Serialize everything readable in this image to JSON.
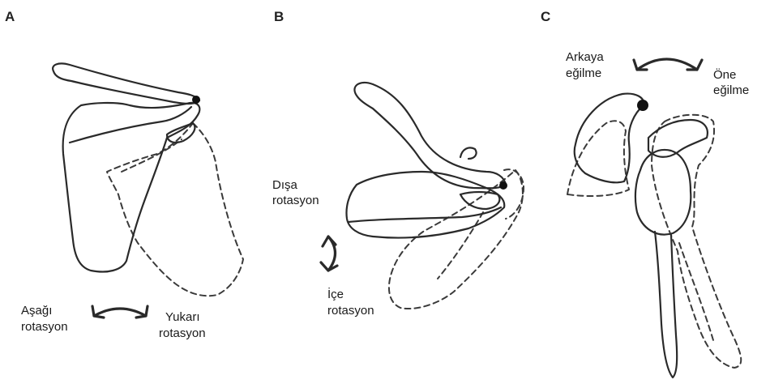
{
  "panels": [
    {
      "letter": "A",
      "labels": {
        "left_line1": "Aşağı",
        "left_line2": "rotasyon",
        "right_line1": "Yukarı",
        "right_line2": "rotasyon"
      },
      "arrow_icon": "double-curved-arrow-horizontal-icon"
    },
    {
      "letter": "B",
      "labels": {
        "top_line1": "Dışa",
        "top_line2": "rotasyon",
        "bottom_line1": "İçe",
        "bottom_line2": "rotasyon"
      },
      "arrow_icon": "double-curved-arrow-vertical-icon"
    },
    {
      "letter": "C",
      "labels": {
        "left_line1": "Arkaya",
        "left_line2": "eğilme",
        "right_line1": "Öne",
        "right_line2": "eğilme"
      },
      "arrow_icon": "double-curved-arrow-horizontal-icon"
    }
  ],
  "colors": {
    "stroke": "#2a2a2a",
    "background": "#ffffff"
  }
}
